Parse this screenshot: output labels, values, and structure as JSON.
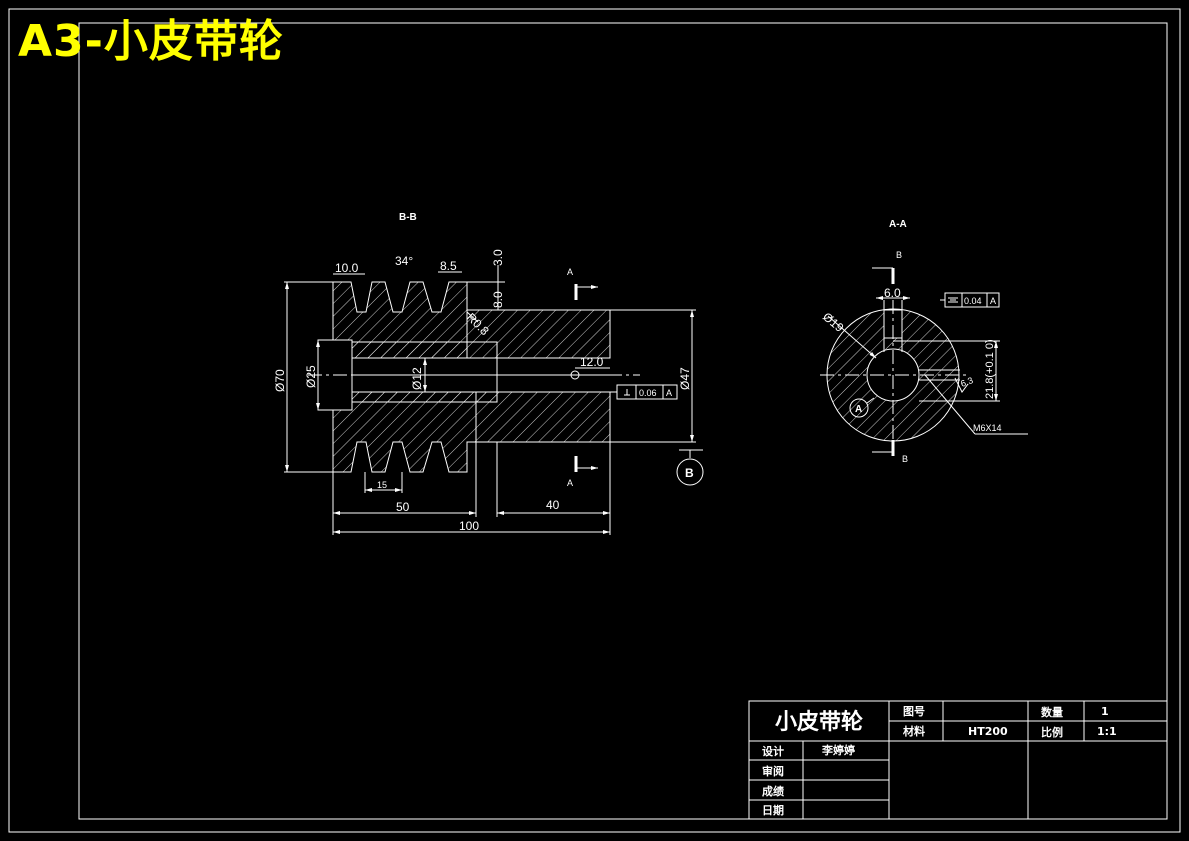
{
  "page": {
    "title": "A3-小皮带轮"
  },
  "views": {
    "section_bb": {
      "label": "B-B",
      "dims": {
        "groove_width": "10.0",
        "groove_angle": "34°",
        "groove_top": "8.5",
        "depth_top": "3.0",
        "depth_groove": "8.0",
        "fillet": "R0.8",
        "outer_dia": "Ø70",
        "hub_dia": "Ø25",
        "bore_dia": "Ø12",
        "hole_pos": "12.0",
        "shaft_dia": "Ø47",
        "pitch": "15",
        "len_pulley": "50",
        "len_hub": "40",
        "len_total": "100",
        "perp_tol": "0.06",
        "perp_datum": "A"
      },
      "cut_label": "A",
      "datum": "B"
    },
    "section_aa": {
      "label": "A-A",
      "cut_label": "B",
      "dims": {
        "key_width": "6.0",
        "sym_tol": "0.04",
        "sym_datum": "A",
        "dia": "Ø19",
        "key_depth": "21.8(+0.1 0)",
        "roughness": "6.3",
        "thread": "M6X14"
      },
      "datum": "A"
    }
  },
  "title_block": {
    "name": "小皮带轮",
    "drawing_no_label": "图号",
    "drawing_no_value": "",
    "qty_label": "数量",
    "qty_value": "1",
    "material_label": "材料",
    "material_value": "HT200",
    "scale_label": "比例",
    "scale_value": "1:1",
    "design_label": "设计",
    "designer": "李婷婷",
    "review_label": "审阅",
    "grade_label": "成绩",
    "date_label": "日期"
  },
  "colors": {
    "background": "#000000",
    "lines": "#ffffff",
    "title": "#ffff00"
  }
}
